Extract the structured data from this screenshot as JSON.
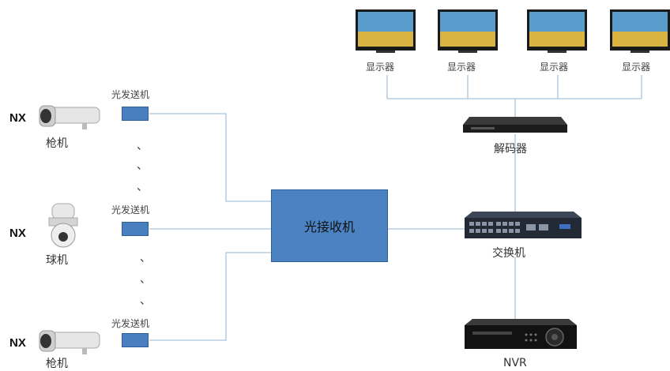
{
  "monitors": {
    "labels": [
      "显示器",
      "显示器",
      "显示器",
      "显示器"
    ]
  },
  "decoder": {
    "label": "解码器"
  },
  "switch": {
    "label": "交换机"
  },
  "nvr": {
    "label": "NVR"
  },
  "receiver": {
    "label": "光接收机"
  },
  "transmitters": [
    {
      "label": "光发送机"
    },
    {
      "label": "光发送机"
    },
    {
      "label": "光发送机"
    }
  ],
  "cameras": [
    {
      "prefix": "NX",
      "label": "枪机"
    },
    {
      "prefix": "NX",
      "label": "球机"
    },
    {
      "prefix": "NX",
      "label": "枪机"
    }
  ],
  "colors": {
    "box_blue": "#4a82c2",
    "line": "#a9c4de"
  }
}
